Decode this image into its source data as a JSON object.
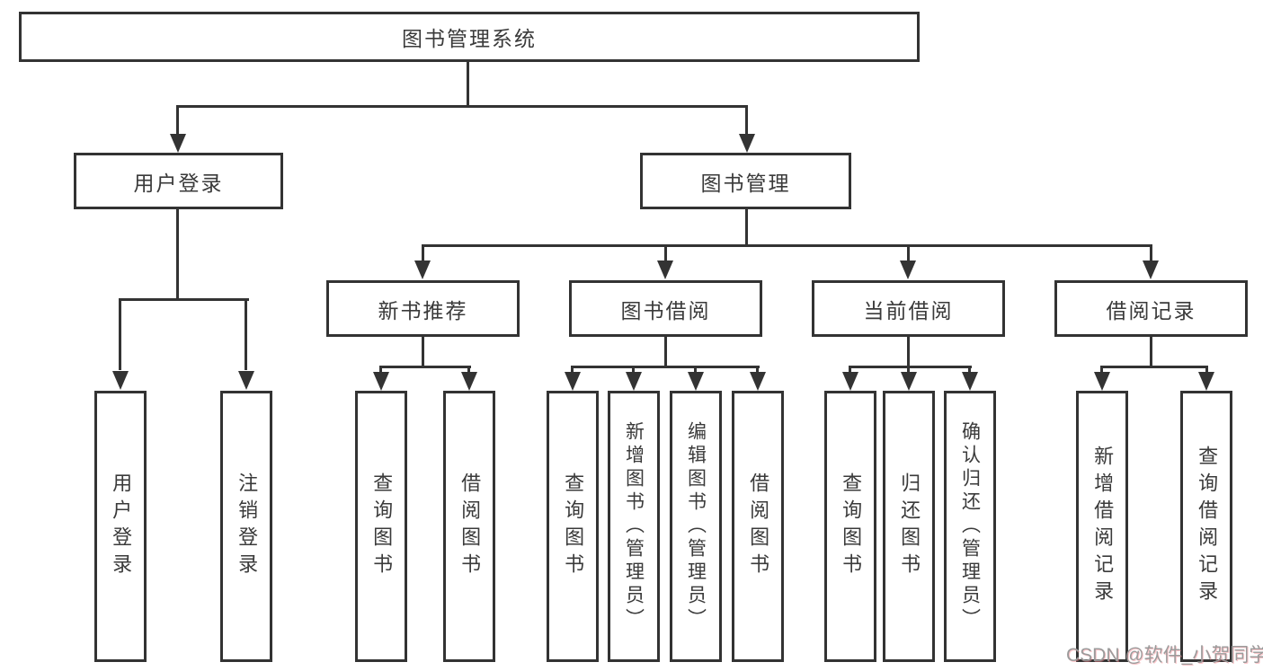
{
  "colors": {
    "line": "#333333",
    "box_border": "#333333",
    "text": "#3a3a3a",
    "watermark": "#9b9b9b",
    "background": "#ffffff"
  },
  "diagram": {
    "root": {
      "label": "图书管理系统"
    },
    "level2": [
      {
        "label": "用户登录"
      },
      {
        "label": "图书管理"
      }
    ],
    "level3": [
      {
        "label": "新书推荐"
      },
      {
        "label": "图书借阅"
      },
      {
        "label": "当前借阅"
      },
      {
        "label": "借阅记录"
      }
    ],
    "leaves": [
      {
        "label": "用户登录"
      },
      {
        "label": "注销登录"
      },
      {
        "label": "查询图书"
      },
      {
        "label": "借阅图书"
      },
      {
        "label": "查询图书"
      },
      {
        "label": "新增图书（管理员）"
      },
      {
        "label": "编辑图书（管理员）"
      },
      {
        "label": "借阅图书"
      },
      {
        "label": "查询图书"
      },
      {
        "label": "归还图书"
      },
      {
        "label": "确认归还（管理员）"
      },
      {
        "label": "新增借阅记录"
      },
      {
        "label": "查询借阅记录"
      }
    ]
  },
  "watermark": {
    "text": "CSDN @软件_小贺同学"
  }
}
